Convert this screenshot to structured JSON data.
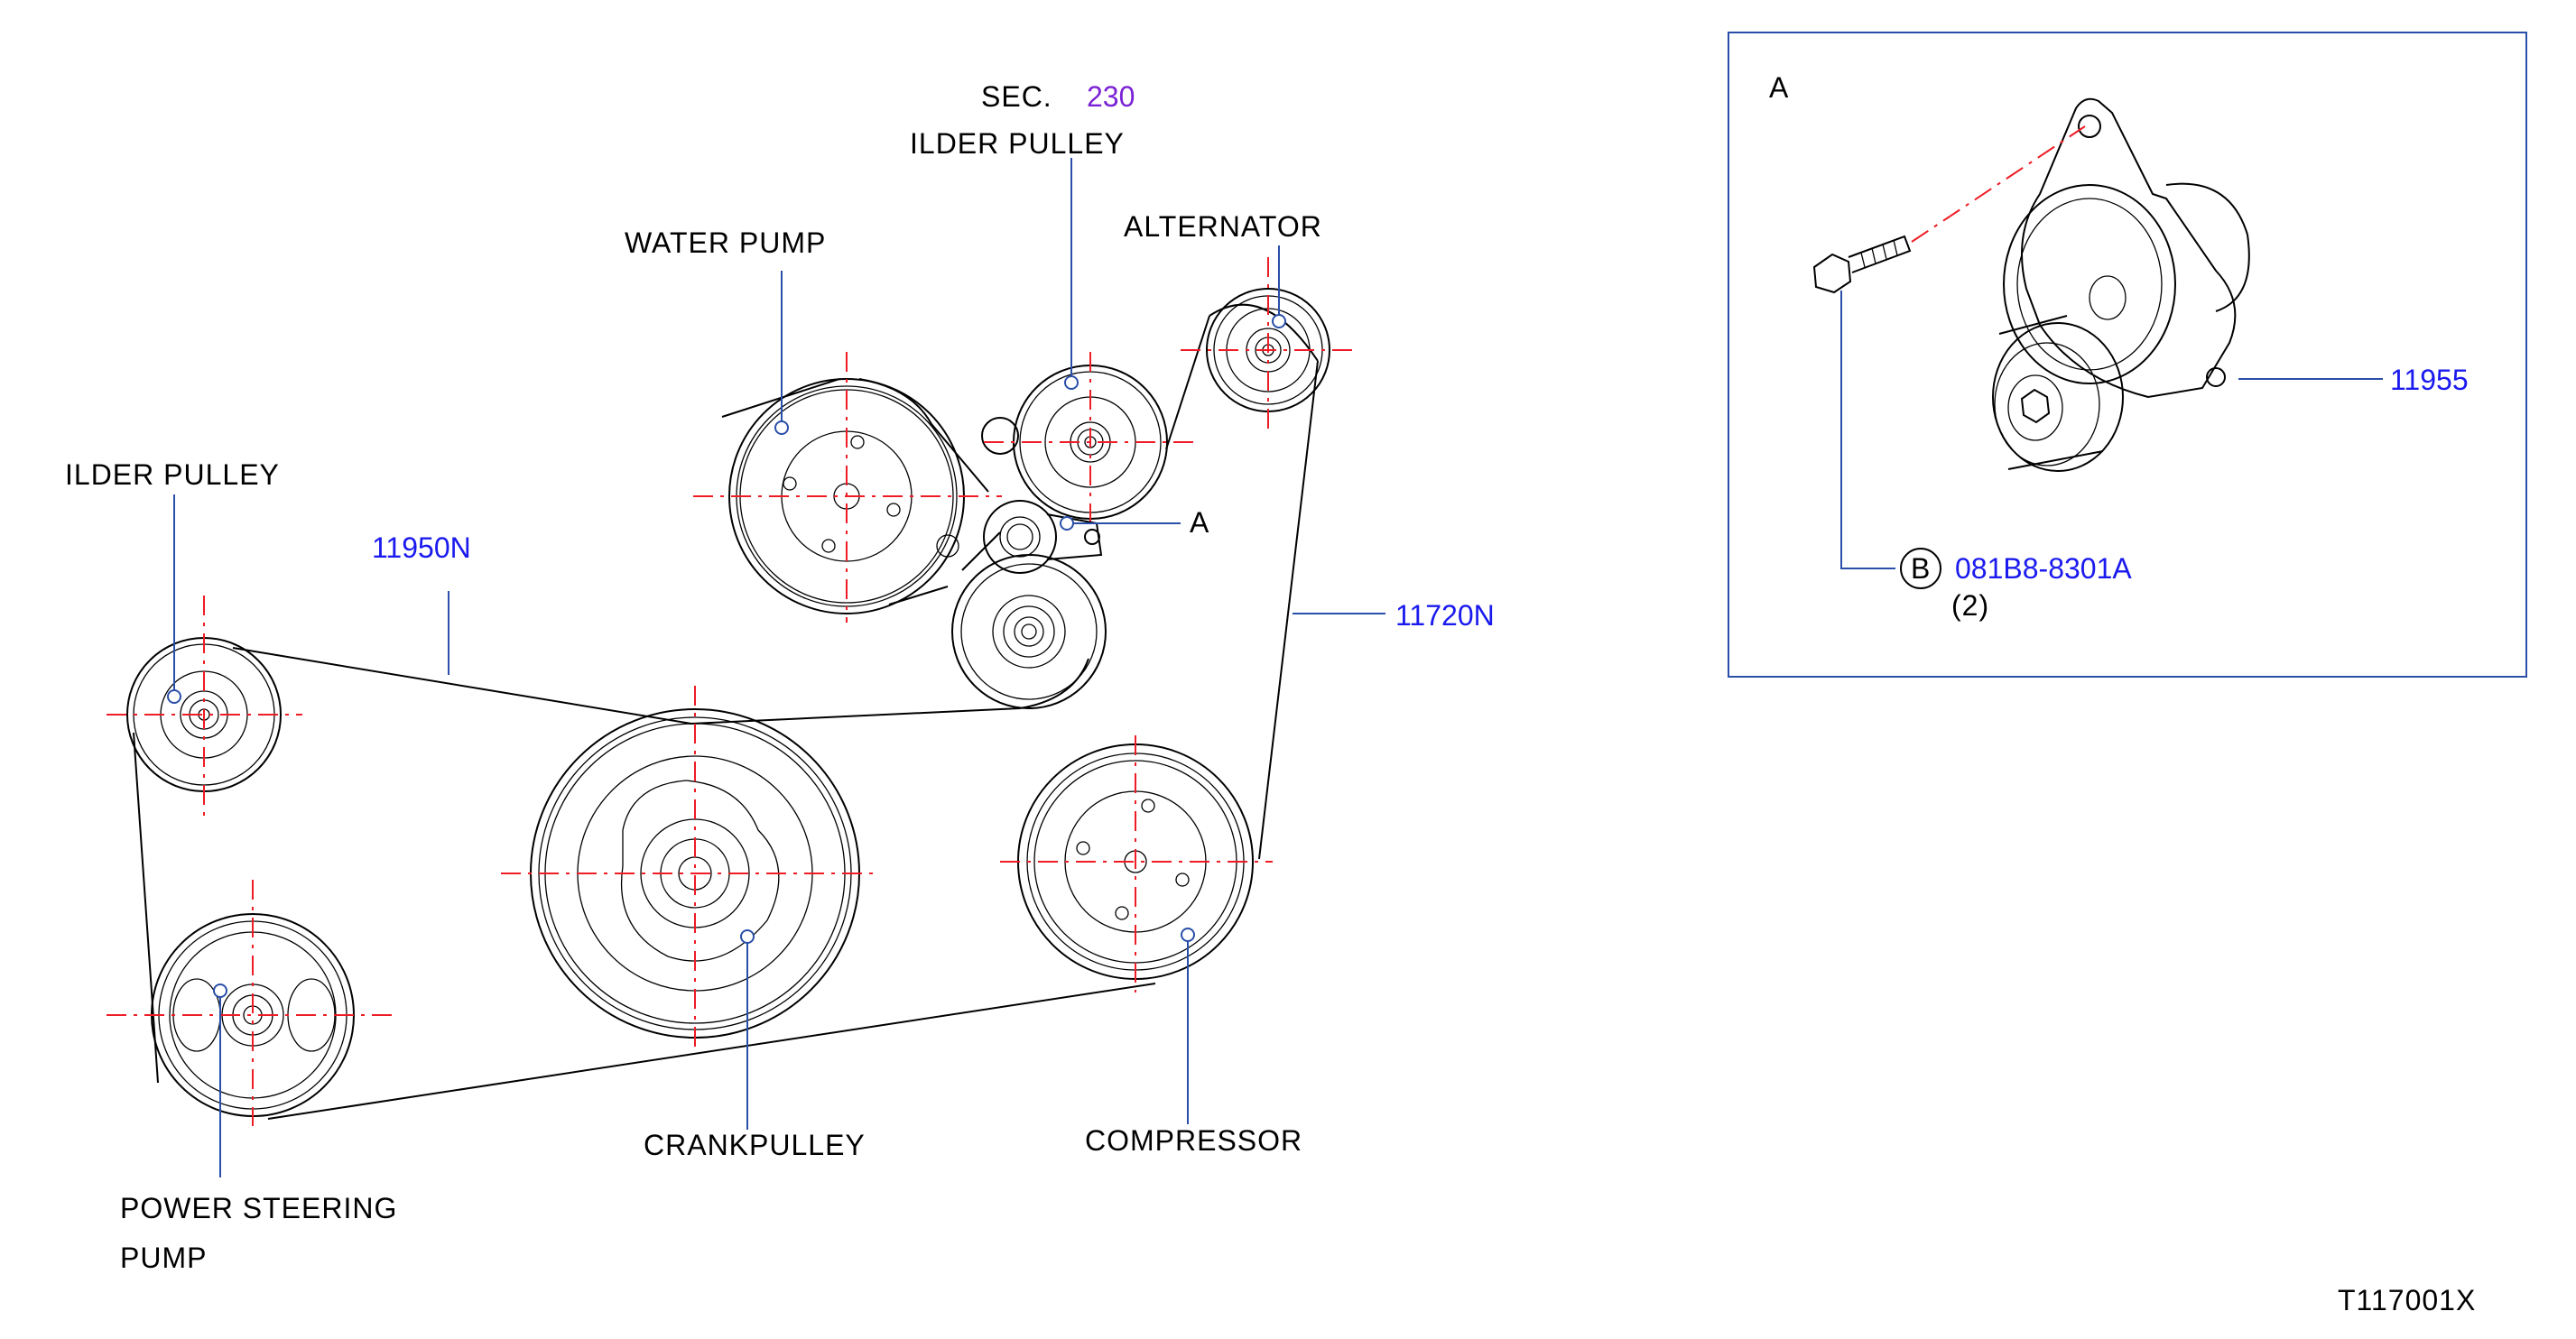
{
  "labels": {
    "sec_prefix": "SEC.",
    "sec_number": "230",
    "idler_pulley_top": "ILDER  PULLEY",
    "water_pump": "WATER  PUMP",
    "alternator": "ALTERNATOR",
    "idler_pulley_left": "ILDER  PULLEY",
    "callout_a": "A",
    "crank_pulley": "CRANKPULLEY",
    "compressor": "COMPRESSOR",
    "power_steering_line1": "POWER  STEERING",
    "power_steering_line2": "PUMP",
    "detail_a_title": "A",
    "bolt_marker": "B",
    "bolt_qty": "(2)",
    "figure_id": "T117001X"
  },
  "part_numbers": {
    "belt_left": "11950N",
    "belt_right": "11720N",
    "tensioner": "11955",
    "bolt": "081B8-8301A"
  },
  "colors": {
    "part_number": "#1a1aee",
    "section_ref": "#7a22d6",
    "centerline": "#ee1c24",
    "leader": "#2a4fa8",
    "frame": "#2a4fa8"
  }
}
